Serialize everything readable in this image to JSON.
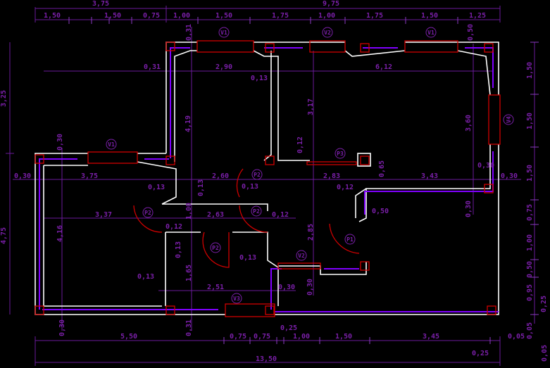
{
  "drawing": {
    "top_overall": [
      "3,75",
      "9,75"
    ],
    "top_partial": [
      "1,50",
      "1,50",
      "0,75",
      "1,00",
      "1,50",
      "1,75",
      "1,00",
      "1,75",
      "1,50",
      "1,25"
    ],
    "top_wall": [
      "0,31",
      "0,50"
    ],
    "bottom_partial": [
      "5,50",
      "0,75",
      "0,75",
      "0,25",
      "1,00",
      "1,50",
      "3,45",
      "0,05"
    ],
    "bottom_extra": [
      "0,25",
      "0,30",
      "0,31",
      "0,05"
    ],
    "bottom_overall": "13,50",
    "left": [
      "3,25",
      "4,75"
    ],
    "right": [
      "1,50",
      "1,50",
      "1,50",
      "0,75",
      "1,00",
      "0,50",
      "0,95",
      "0,05",
      "0,25"
    ],
    "interior": {
      "upper": [
        "0,31",
        "2,90",
        "0,13",
        "4,19",
        "3,17",
        "0,12",
        "2,60",
        "0,13",
        "0,13",
        "0,13",
        "2,83",
        "0,12",
        "6,12",
        "3,60",
        "0,65",
        "3,43",
        "0,30",
        "0,50",
        "0,30"
      ],
      "left_room": [
        "0,30",
        "3,75",
        "0,30",
        "3,37",
        "4,16",
        "0,30"
      ],
      "lower": [
        "1,00",
        "2,63",
        "0,12",
        "0,12",
        "0,13",
        "2,85",
        "0,13",
        "0,13",
        "1,65",
        "2,51",
        "0,30",
        "0,30"
      ]
    },
    "tags": {
      "windows": [
        "V1",
        "V2",
        "V1",
        "V1",
        "V4",
        "V2",
        "V3"
      ],
      "doors": [
        "P3",
        "P2",
        "P2",
        "P2",
        "P2",
        "P1"
      ]
    }
  }
}
